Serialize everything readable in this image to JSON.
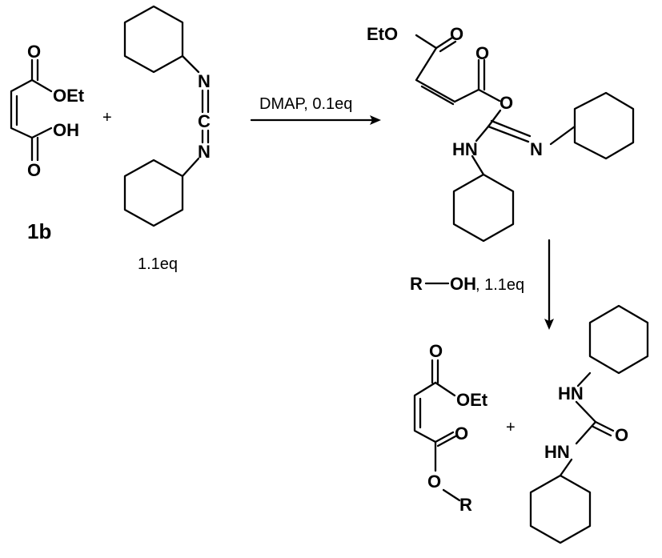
{
  "scheme": {
    "reactant_1": {
      "label": "1b",
      "atoms": {
        "o_top": "O",
        "oet": "OEt",
        "oh": "OH",
        "o_bottom": "O"
      }
    },
    "plus_1": "+",
    "reactant_2": {
      "n_top": "N",
      "c_mid": "C",
      "n_bottom": "N",
      "equiv": "1.1eq"
    },
    "arrow_1": {
      "condition": "DMAP, 0.1eq"
    },
    "intermediate": {
      "eto": "EtO",
      "o_top": "O",
      "o_right": "O",
      "o_ester": "O",
      "hn": "HN",
      "n": "N"
    },
    "arrow_2": {
      "reagent_r": "R",
      "reagent_oh": "OH",
      "reagent_equiv": ", 1.1eq"
    },
    "product_1": {
      "o_top": "O",
      "oet": "OEt",
      "o_mid": "O",
      "o_ester": "O",
      "r": "R"
    },
    "plus_2": "+",
    "product_2": {
      "hn_top": "HN",
      "o": "O",
      "hn_bottom": "HN"
    }
  }
}
